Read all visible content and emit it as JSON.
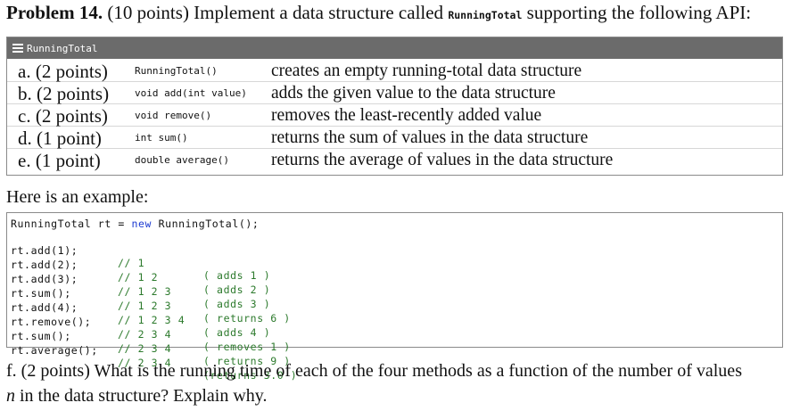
{
  "problem": {
    "number": "Problem 14.",
    "points": "(10 points) Implement a data structure called",
    "class_name": "RunningTotal",
    "suffix": "supporting the following API:"
  },
  "api": {
    "header": "RunningTotal",
    "rows": [
      {
        "label": "a. (2 points)",
        "signature": "RunningTotal()",
        "description": "creates an empty running-total data structure"
      },
      {
        "label": "b. (2 points)",
        "signature": "void add(int value)",
        "description": "adds the given value to the data structure"
      },
      {
        "label": "c. (2 points)",
        "signature": "void remove()",
        "description": "removes the least-recently added value"
      },
      {
        "label": "d. (1 point)",
        "signature": "int sum()",
        "description": "returns the sum of values in the data structure"
      },
      {
        "label": "e. (1 point)",
        "signature": "double average()",
        "description": "returns the average of values in the data structure"
      }
    ]
  },
  "example": {
    "label": "Here is an example:",
    "first_line": {
      "pre": "RunningTotal rt ",
      "op": "=",
      "kw": "new",
      "post": "RunningTotal();"
    },
    "lines": [
      {
        "code": "rt.add(1);",
        "comment": "// 1",
        "note": "( adds 1 )"
      },
      {
        "code": "rt.add(2);",
        "comment": "// 1 2",
        "note": "( adds 2 )"
      },
      {
        "code": "rt.add(3);",
        "comment": "// 1 2 3",
        "note": "( adds 3 )"
      },
      {
        "code": "rt.sum();",
        "comment": "// 1 2 3",
        "note": "( returns 6 )"
      },
      {
        "code": "rt.add(4);",
        "comment": "// 1 2 3 4",
        "note": "( adds 4 )"
      },
      {
        "code": "rt.remove();",
        "comment": "// 2 3 4",
        "note": "( removes 1 )"
      },
      {
        "code": "rt.sum();",
        "comment": "// 2 3 4",
        "note": "( returns 9 )"
      },
      {
        "code": "rt.average();",
        "comment": "// 2 3 4",
        "note": "(returns 3.0 )"
      }
    ]
  },
  "question": {
    "line1": "f. (2 points) What is the running time of each of the four methods as a function of the number of values",
    "var": "n",
    "line2": "in the data structure? Explain why."
  }
}
